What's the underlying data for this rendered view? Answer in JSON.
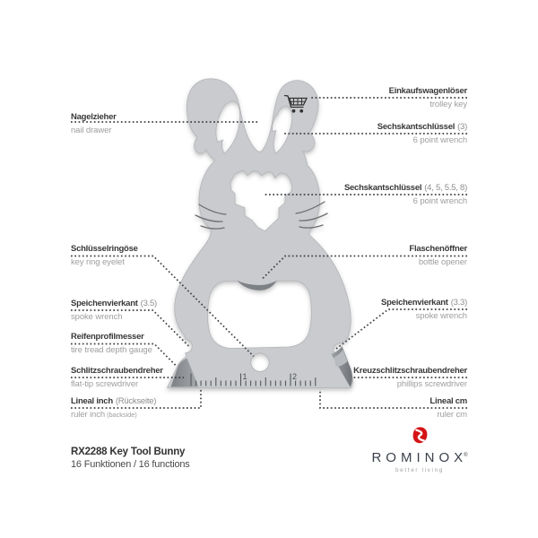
{
  "colors": {
    "tool_gray": "#c9cbce",
    "tool_dark_detail": "#7e8286",
    "label_dark": "#383838",
    "label_gray": "#9e9e9e",
    "dotted_line": "#3f4246",
    "brand_red": "#d41417",
    "brand_text": "#3b414b"
  },
  "callouts": {
    "left": [
      {
        "id": "nail-drawer",
        "de": "Nagelzieher",
        "de_note": "",
        "en": "nail drawer",
        "en_note": ""
      },
      {
        "id": "key-ring-eyelet",
        "de": "Schlüsselringöse",
        "de_note": "",
        "en": "key ring eyelet",
        "en_note": ""
      },
      {
        "id": "spoke-wrench-35",
        "de": "Speichenvierkant",
        "de_note": "(3.5)",
        "en": "spoke wrench",
        "en_note": ""
      },
      {
        "id": "tire-tread-depth-gauge",
        "de": "Reifenprofilmesser",
        "de_note": "",
        "en": "tire tread depth gauge",
        "en_note": ""
      },
      {
        "id": "flat-tip-screwdriver",
        "de": "Schlitzschraubendreher",
        "de_note": "",
        "en": "flat-tip screwdriver",
        "en_note": ""
      },
      {
        "id": "ruler-inch",
        "de": "Lineal inch",
        "de_note": "(Rückseite)",
        "en": "ruler inch",
        "en_note": "(backside)"
      }
    ],
    "right": [
      {
        "id": "trolley-key",
        "de": "Einkaufswagenlöser",
        "de_note": "",
        "en": "trolley key",
        "en_note": ""
      },
      {
        "id": "hex-wrench-3",
        "de": "Sechskantschlüssel",
        "de_note": "(3)",
        "en": "6 point wrench",
        "en_note": ""
      },
      {
        "id": "hex-wrench-4-5-55-8",
        "de": "Sechskantschlüssel",
        "de_note": "(4, 5, 5.5, 8)",
        "en": "6 point wrench",
        "en_note": ""
      },
      {
        "id": "bottle-opener",
        "de": "Flaschenöffner",
        "de_note": "",
        "en": "bottle opener",
        "en_note": ""
      },
      {
        "id": "spoke-wrench-33",
        "de": "Speichenvierkant",
        "de_note": "(3.3)",
        "en": "spoke wrench",
        "en_note": ""
      },
      {
        "id": "phillips-screwdriver",
        "de": "Kreuzschlitzschraubendreher",
        "de_note": "",
        "en": "phillips screwdriver",
        "en_note": ""
      },
      {
        "id": "ruler-cm",
        "de": "Lineal cm",
        "de_note": "",
        "en": "ruler cm",
        "en_note": ""
      }
    ]
  },
  "ruler": {
    "labels": [
      "1",
      "2"
    ]
  },
  "product": {
    "name": "RX2288 Key Tool Bunny",
    "functions": "16 Funktionen / 16 functions"
  },
  "brand": {
    "name": "ROMINOX",
    "mark": "®",
    "tagline": "better living"
  }
}
